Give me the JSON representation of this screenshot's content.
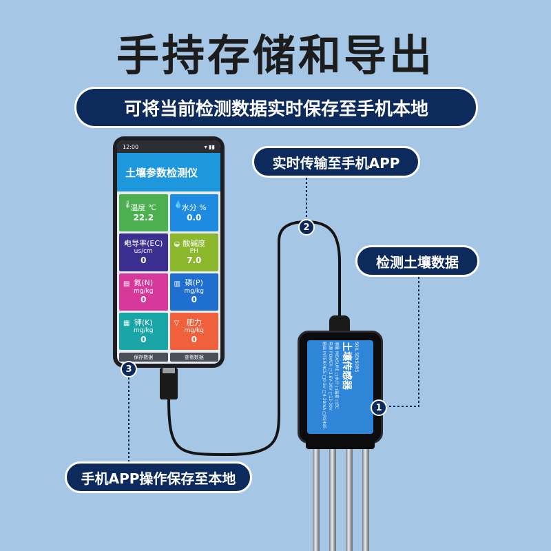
{
  "title": "手持存储和导出",
  "subtitle": "可将当前检测数据实时保存至手机本地",
  "callouts": {
    "app": "实时传输至手机APP",
    "soil": "检测土壤数据",
    "save": "手机APP操作保存至本地"
  },
  "badges": [
    "1",
    "2",
    "3"
  ],
  "phone": {
    "time": "12:00",
    "app_title": "土壤参数检测仪",
    "tiles": [
      {
        "name": "温度 ℃",
        "unit": "",
        "value": "22.2",
        "color": "#4caf50",
        "icon": "thermometer-icon"
      },
      {
        "name": "水分 %",
        "unit": "",
        "value": "0.0",
        "color": "#1f8be0",
        "icon": "water-drop-icon"
      },
      {
        "name": "电导率(EC)",
        "unit": "us/cm",
        "value": "0",
        "color": "#3d2f8f",
        "icon": "conductivity-icon"
      },
      {
        "name": "酸碱度",
        "unit": "PH",
        "value": "7.0",
        "color": "#8bb82c",
        "icon": "ph-icon"
      },
      {
        "name": "氮(N)",
        "unit": "mg/kg",
        "value": "0",
        "color": "#d6399a",
        "icon": "nitrogen-icon"
      },
      {
        "name": "磷(P)",
        "unit": "mg/kg",
        "value": "0",
        "color": "#1f6fd0",
        "icon": "phosphorus-icon"
      },
      {
        "name": "钾(K)",
        "unit": "mg/kg",
        "value": "0",
        "color": "#1aa5a6",
        "icon": "potassium-icon"
      },
      {
        "name": "肥力",
        "unit": "mg/kg",
        "value": "0",
        "color": "#f0603a",
        "icon": "fertility-icon"
      }
    ],
    "save_button": "保存数据",
    "view_button": "查看数据"
  },
  "sensor": {
    "title": "土壤传感器",
    "english": "SOIL SENSORS",
    "lines": [
      "测量 MEASURE   □水分  □温度  □EC",
      "电源 POWER   □3.6V-30V  □12-30V",
      "输出 INTERFACE   □0-5V  □4-20mA  □RS485"
    ]
  },
  "colors": {
    "accent": "#0d2a5c",
    "background": "#a6c6e6",
    "app_header": "#1f97dc"
  }
}
